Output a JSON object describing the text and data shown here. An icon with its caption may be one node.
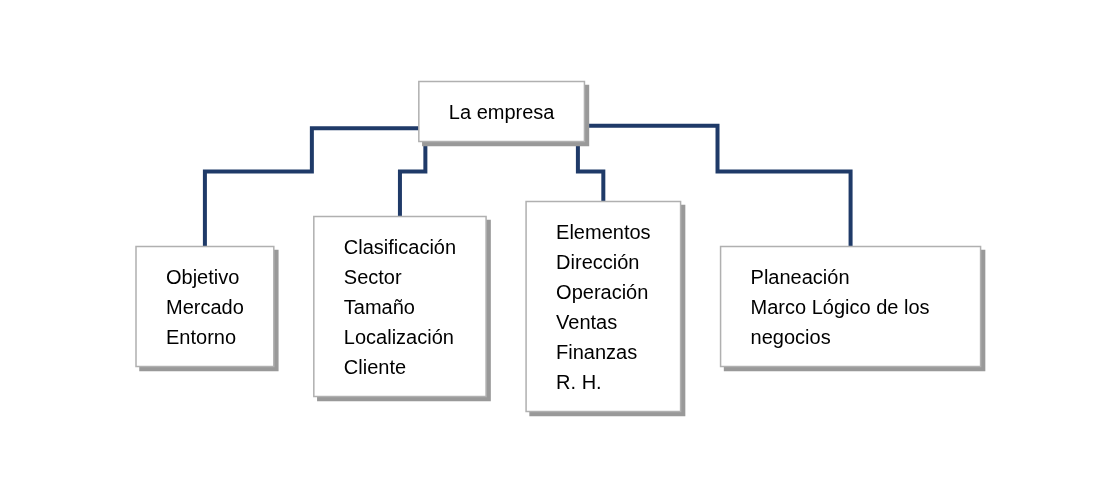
{
  "diagram": {
    "nodes": [
      {
        "text": [
          "La empresa"
        ]
      },
      {
        "text": [
          "Objetivo",
          "Mercado",
          "Entorno"
        ]
      },
      {
        "text": [
          "Clasificación",
          "Sector",
          "Tamaño",
          "Localización",
          "Cliente"
        ]
      },
      {
        "text": [
          "Elementos",
          "Dirección",
          "Operación",
          "Ventas",
          "Finanzas",
          "R. H."
        ]
      },
      {
        "text": [
          "Planeación",
          "Marco Lógico de los negocios"
        ]
      }
    ],
    "edges": [
      {
        "from": 0,
        "to": 1,
        "arrow": "none"
      },
      {
        "from": 0,
        "to": 2,
        "arrow": "none"
      },
      {
        "from": 0,
        "to": 3,
        "arrow": "none"
      },
      {
        "from": 0,
        "to": 4,
        "arrow": "none"
      }
    ]
  }
}
